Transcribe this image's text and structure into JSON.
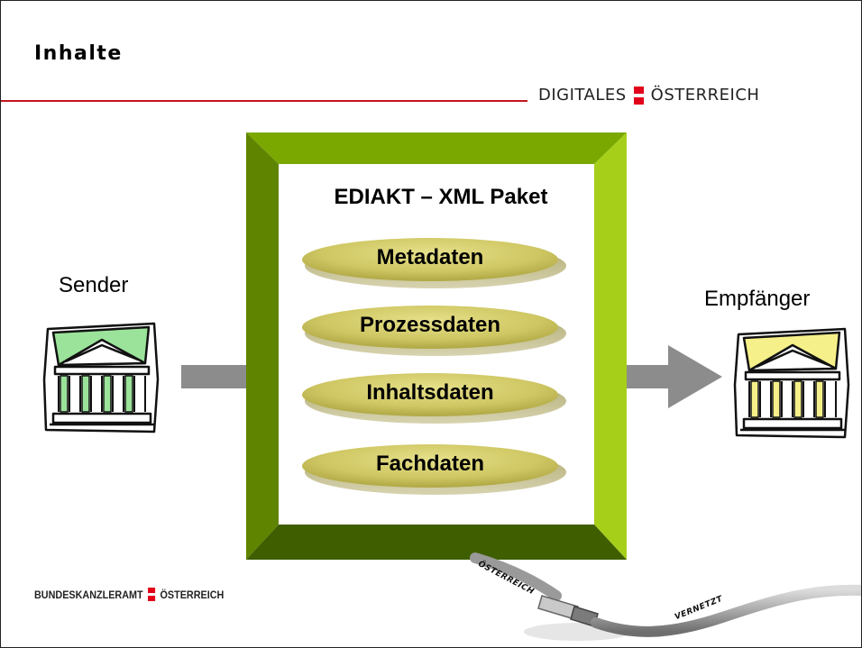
{
  "header": {
    "title": "Inhalte",
    "brand_left": "DIGITALES",
    "brand_right": "ÖSTERREICH"
  },
  "footer": {
    "brand_left": "BUNDESKANZLERAMT",
    "brand_right": "ÖSTERREICH"
  },
  "colors": {
    "accent_red": "#c3161c",
    "frame_green": "#8db600",
    "frame_dark": "#4a6b00",
    "disc_gold": "#c8c058",
    "arrow_gray": "#8c8c8c"
  },
  "diagram": {
    "sender": {
      "label": "Sender",
      "icon": "building-green-icon"
    },
    "receiver": {
      "label": "Empfänger",
      "icon": "building-yellow-icon"
    },
    "package": {
      "title": "EDIAKT – XML Paket",
      "items": [
        "Metadaten",
        "Prozessdaten",
        "Inhaltsdaten",
        "Fachdaten"
      ]
    },
    "cable": {
      "text_left": "ÖSTERREICH",
      "text_right": "VERNETZT"
    }
  }
}
